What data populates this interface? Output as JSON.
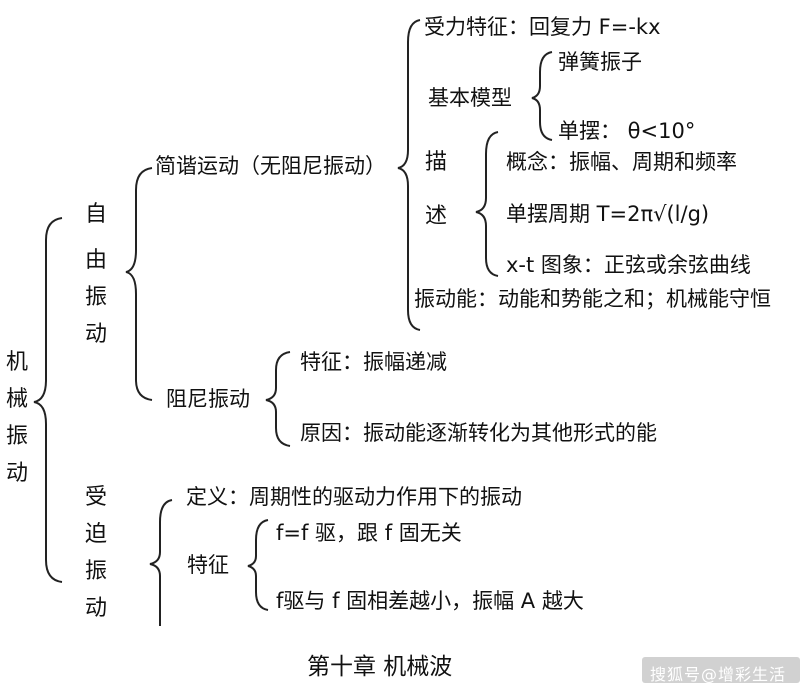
{
  "root": {
    "chars": [
      "机",
      "械",
      "振",
      "动"
    ]
  },
  "free": {
    "chars": [
      "自",
      "由",
      "振",
      "动"
    ]
  },
  "forced": {
    "chars": [
      "受",
      "迫",
      "振",
      "动"
    ]
  },
  "shm": {
    "label": "简谐运动（无阻尼振动）",
    "force": "受力特征：回复力 F=-kx",
    "model": {
      "label": "基本模型",
      "spring": "弹簧振子",
      "pendulum": "单摆：  θ<10°"
    },
    "desc": {
      "chars": [
        "描",
        "述"
      ],
      "concept": "概念：振幅、周期和频率",
      "period": "单摆周期 T=2π√(l/g)",
      "graph": "x-t 图象：正弦或余弦曲线"
    },
    "energy": "振动能：动能和势能之和；机械能守恒"
  },
  "damped": {
    "label": "阻尼振动",
    "feature": "特征：振幅递减",
    "reason": "原因：振动能逐渐转化为其他形式的能"
  },
  "forced_detail": {
    "definition": "定义：周期性的驱动力作用下的振动",
    "feature_label": "特征",
    "f1": "f=f 驱，跟 f 固无关",
    "f2": "f驱与 f 固相差越小，振幅 A 越大"
  },
  "caption": "第十章  机械波",
  "watermark": "搜狐号@增彩生活"
}
